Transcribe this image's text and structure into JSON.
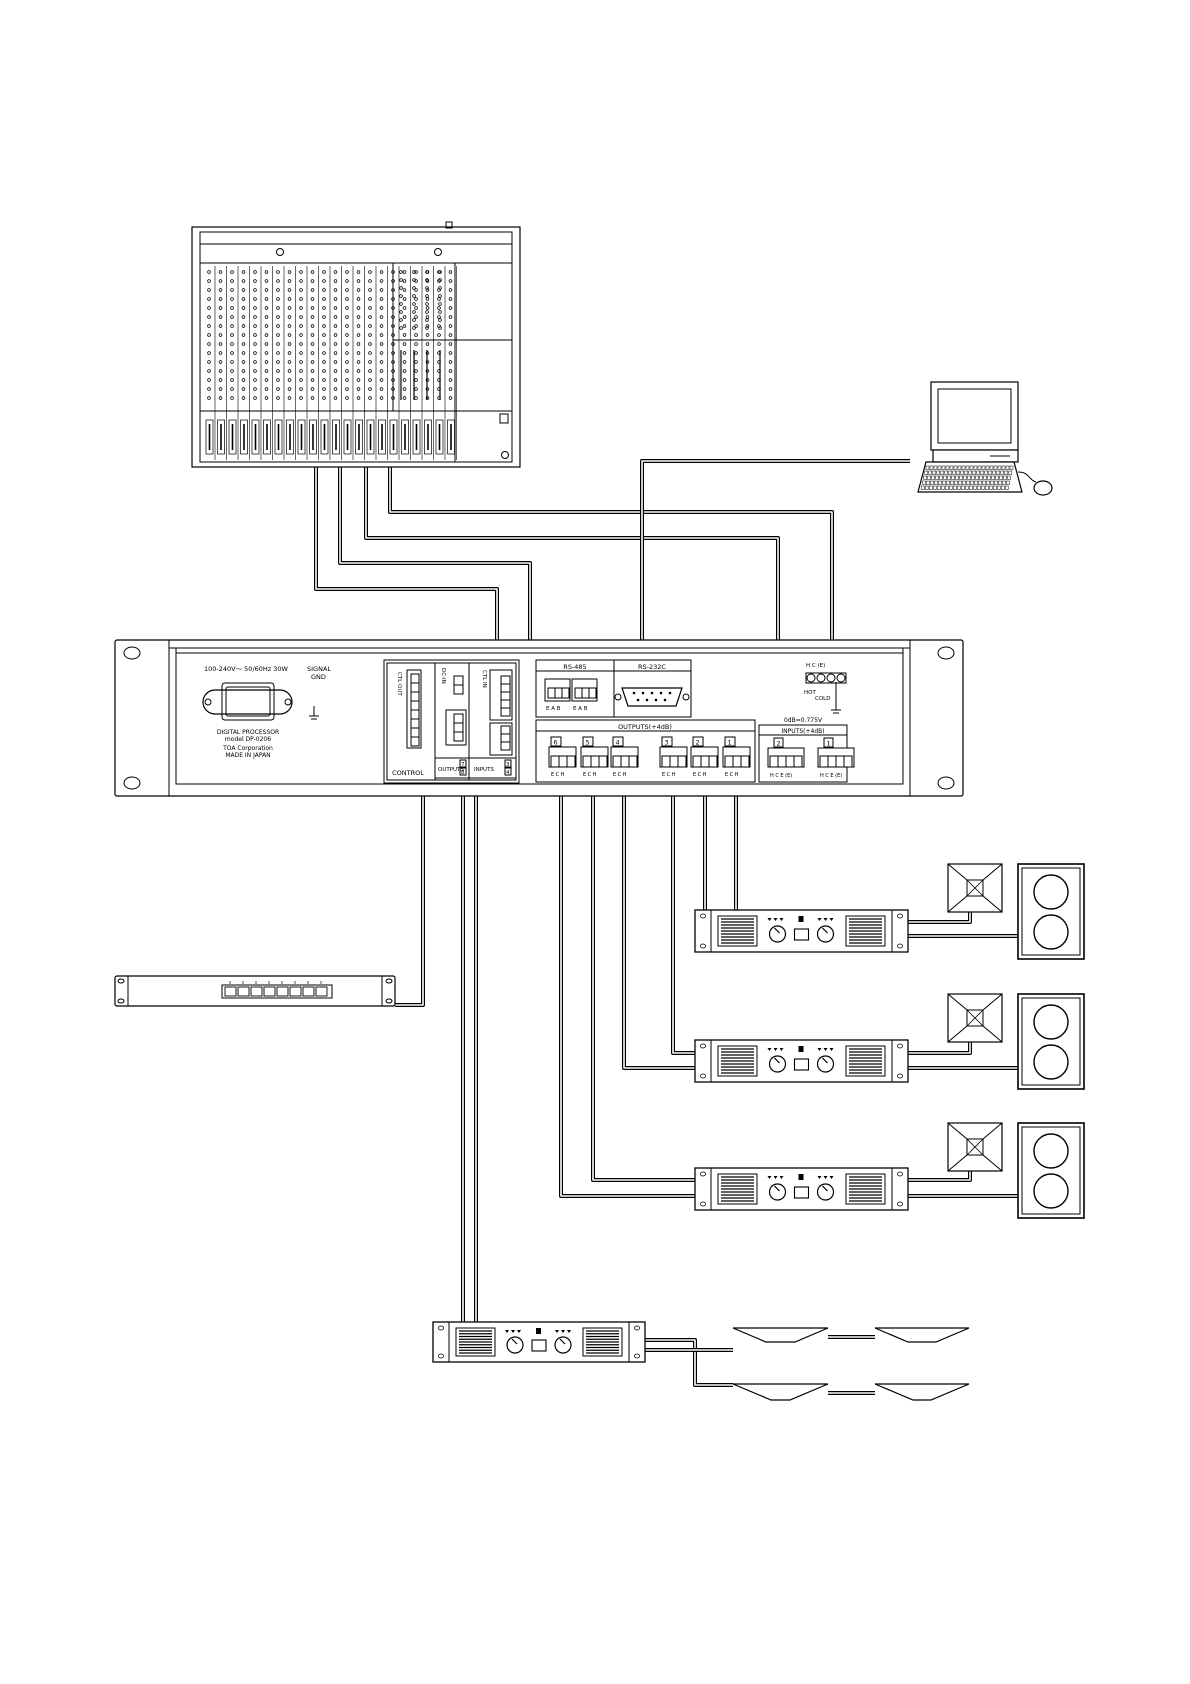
{
  "processor": {
    "power_spec": "100-240V～ 50/60Hz 30W",
    "signal_gnd_1": "SIGNAL",
    "signal_gnd_2": "GND",
    "label_1": "DIGITAL PROCESSOR",
    "label_2": "model DP-0206",
    "label_3": "TOA Corporation",
    "label_4": "MADE IN JAPAN",
    "control": "CONTROL",
    "outputs_small": "OUTPUTS",
    "inputs_small": "INPUTS",
    "out_nums": [
      "7",
      "8"
    ],
    "in_nums": [
      "3",
      "4"
    ],
    "rs485": "RS-485",
    "rs232c": "RS-232C",
    "rs485_pins": "E A B",
    "outputs_label": "OUTPUTS(+4dB)",
    "output_channels": [
      "6",
      "5",
      "4",
      "3",
      "2",
      "1"
    ],
    "output_pins": "E C H",
    "ref_level": "0dB=0.775V",
    "inputs_label": "INPUTS(+4dB)",
    "input_channels": [
      "2",
      "1"
    ],
    "input_pins": "H C E (E)",
    "legend_top": "H  C  (E)",
    "legend_hot": "HOT",
    "legend_cold": "COLD",
    "vert_labels": [
      "CTL OUT",
      "DC-IN",
      "CTL IN"
    ]
  }
}
